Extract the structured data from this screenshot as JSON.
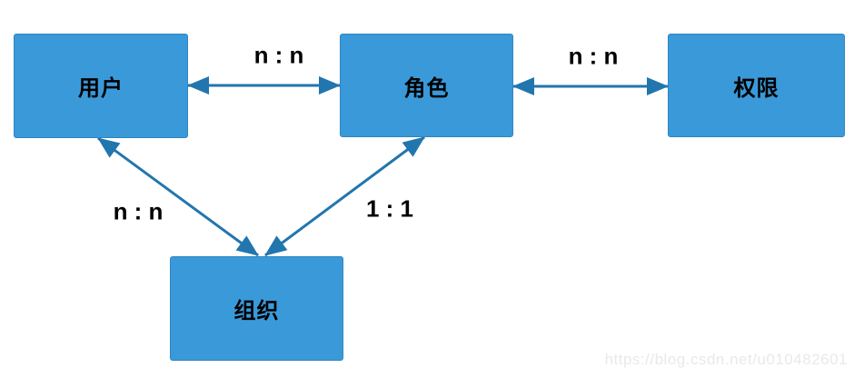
{
  "diagram": {
    "type": "entity-relationship",
    "nodes": [
      {
        "id": "user",
        "label": "用户"
      },
      {
        "id": "role",
        "label": "角色"
      },
      {
        "id": "permission",
        "label": "权限"
      },
      {
        "id": "organization",
        "label": "组织"
      }
    ],
    "edges": [
      {
        "from": "user",
        "to": "role",
        "label": "n : n",
        "style": "double-arrow"
      },
      {
        "from": "role",
        "to": "permission",
        "label": "n : n",
        "style": "double-arrow"
      },
      {
        "from": "user",
        "to": "organization",
        "label": "n : n",
        "style": "double-arrow"
      },
      {
        "from": "role",
        "to": "organization",
        "label": "1 : 1",
        "style": "double-arrow"
      }
    ],
    "colors": {
      "node_fill": "#3A99D9",
      "node_border": "#2E86C1",
      "edge": "#2176AE",
      "label_text": "#000000",
      "watermark_text": "#E9E9E9"
    }
  },
  "watermark": {
    "text": "https://blog.csdn.net/u010482601"
  }
}
